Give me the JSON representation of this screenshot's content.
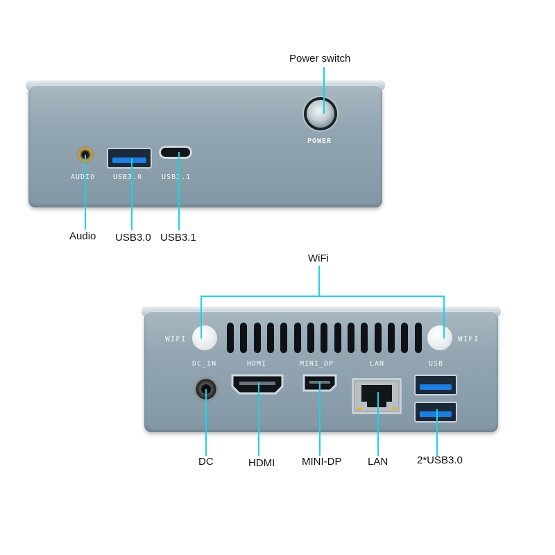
{
  "top_panel": {
    "silkscreen": {
      "audio": "AUDIO",
      "usb30": "USB3.0",
      "usb31": "USB3.1",
      "power": "POWER"
    },
    "callouts": {
      "power_switch": "Power switch",
      "audio": "Audio",
      "usb30": "USB3.0",
      "usb31": "USB3.1"
    }
  },
  "bottom_panel": {
    "silkscreen": {
      "wifi_left": "WIFI",
      "wifi_right": "WIFI",
      "dc_in": "DC_IN",
      "hdmi": "HDMI",
      "mini_dp": "MINI_DP",
      "lan": "LAN",
      "usb": "USB"
    },
    "callouts": {
      "wifi": "WiFi",
      "dc": "DC",
      "hdmi": "HDMI",
      "mini_dp": "MINI-DP",
      "lan": "LAN",
      "usb": "2*USB3.0"
    }
  },
  "colors": {
    "callout_line": "#19d3e6",
    "usb_blue": "#1d7de0",
    "chassis": "#93a6b2"
  }
}
